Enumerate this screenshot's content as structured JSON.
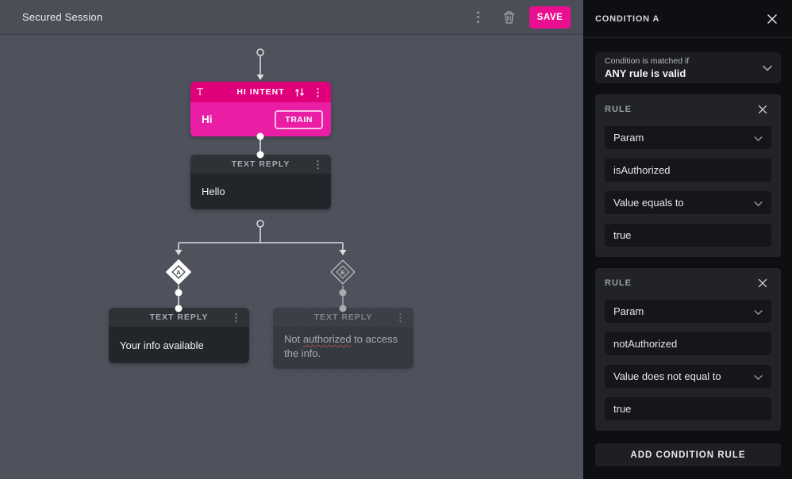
{
  "topbar": {
    "title": "Secured Session",
    "save_label": "SAVE"
  },
  "canvas": {
    "intent_node": {
      "icon_letter": "T",
      "type_label": "HI INTENT",
      "value": "Hi",
      "train_label": "TRAIN"
    },
    "reply_node": {
      "type_label": "TEXT REPLY",
      "value": "Hello"
    },
    "branch_a": {
      "letter": "A",
      "reply": {
        "type_label": "TEXT REPLY",
        "value": "Your info available"
      }
    },
    "branch_b": {
      "letter": "B",
      "reply": {
        "type_label": "TEXT REPLY",
        "value_before": "Not ",
        "value_misspelled": "authorized",
        "value_after": " to access the info."
      }
    }
  },
  "panel": {
    "title": "CONDITION A",
    "match_selector": {
      "label": "Condition is matched if",
      "value": "ANY rule is valid"
    },
    "rules": [
      {
        "title": "RULE",
        "param_type": "Param",
        "param_name": "isAuthorized",
        "operator": "Value equals to",
        "value": "true"
      },
      {
        "title": "RULE",
        "param_type": "Param",
        "param_name": "notAuthorized",
        "operator": "Value does not equal to",
        "value": "true"
      }
    ],
    "add_rule_label": "ADD CONDITION RULE"
  },
  "icons": {
    "kebab": "⋮"
  },
  "colors": {
    "accent_pink": "#ea0f90",
    "intent_header": "#e0007b",
    "intent_body": "#e91ea4",
    "canvas_bg": "#4e525c",
    "panel_bg": "#0e0f12",
    "misspell_red": "#e05252"
  }
}
